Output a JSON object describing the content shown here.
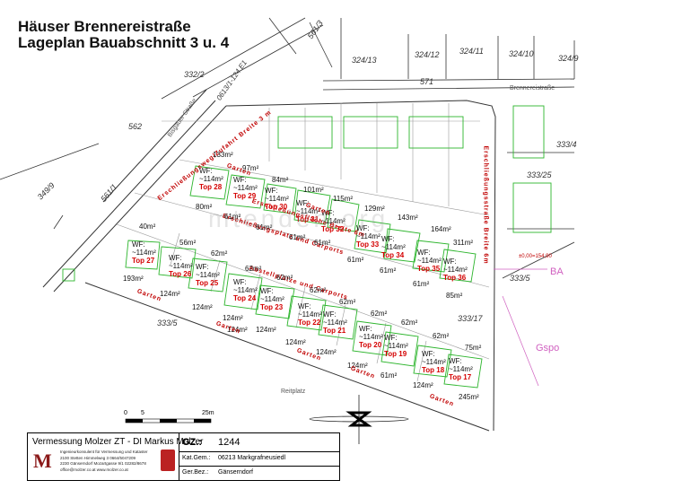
{
  "header": {
    "title_line1": "Häuser Brennereistraße",
    "title_line2": "Lageplan Bauabschnitt 3 u. 4"
  },
  "colors": {
    "lot_lines": "#2db52d",
    "labels_red": "#d40000",
    "parcel_lines": "#333333",
    "annotation_pink": "#d060c0"
  },
  "parcels": [
    "332/2",
    "561/3",
    "324/13",
    "324/12",
    "324/11",
    "324/10",
    "324/9",
    "571",
    "562",
    "0613/1-124 E1",
    "349/9",
    "561/1",
    "333/4",
    "333/25",
    "333/5",
    "333/17",
    "333/5"
  ],
  "streets": {
    "brennereistrasse": "Brennereistraße",
    "bisgauer": "Bisgauer Straße",
    "reitplatz": "Reitplatz",
    "zufahrt1": "Erschließungsweg/Zufahrt Breite 3 m",
    "zufahrt2": "Erschließungsplatz und Carports",
    "zufahrt3": "Erschließungsfläche Breite 6m",
    "zufahrt4": "Abstellplätze und Carports",
    "zufahrt5": "Erschließungsstraße Breite 6m"
  },
  "units": [
    {
      "top": "Top 28",
      "wf": "WF:",
      "wf_val": "~114m²"
    },
    {
      "top": "Top 29",
      "wf": "WF:",
      "wf_val": "~114m²"
    },
    {
      "top": "Top 30",
      "wf": "WF:",
      "wf_val": "~114m²"
    },
    {
      "top": "Top 31",
      "wf": "WF:",
      "wf_val": "~114m²"
    },
    {
      "top": "Top 32",
      "wf": "WF:",
      "wf_val": "~114m²"
    },
    {
      "top": "Top 33",
      "wf": "WF:",
      "wf_val": "~114m²"
    },
    {
      "top": "Top 34",
      "wf": "WF:",
      "wf_val": "~114m²"
    },
    {
      "top": "Top 35",
      "wf": "WF:",
      "wf_val": "~114m²"
    },
    {
      "top": "Top 36",
      "wf": "WF:",
      "wf_val": "~114m²"
    },
    {
      "top": "Top 27",
      "wf": "WF:",
      "wf_val": "~114m²"
    },
    {
      "top": "Top 26",
      "wf": "WF:",
      "wf_val": "~114m²"
    },
    {
      "top": "Top 25",
      "wf": "WF:",
      "wf_val": "~114m²"
    },
    {
      "top": "Top 24",
      "wf": "WF:",
      "wf_val": "~114m²"
    },
    {
      "top": "Top 23",
      "wf": "WF:",
      "wf_val": "~114m²"
    },
    {
      "top": "Top 22",
      "wf": "WF:",
      "wf_val": "~114m²"
    },
    {
      "top": "Top 21",
      "wf": "WF:",
      "wf_val": "~114m²"
    },
    {
      "top": "Top 20",
      "wf": "WF:",
      "wf_val": "~114m²"
    },
    {
      "top": "Top 19",
      "wf": "WF:",
      "wf_val": "~114m²"
    },
    {
      "top": "Top 18",
      "wf": "WF:",
      "wf_val": "~114m²"
    },
    {
      "top": "Top 17",
      "wf": "WF:",
      "wf_val": "~114m²"
    }
  ],
  "areas": [
    "133m²",
    "97m²",
    "84m²",
    "101m²",
    "115m²",
    "129m²",
    "143m²",
    "164m²",
    "311m²",
    "80m²",
    "61m²",
    "61m²",
    "61m²",
    "61m²",
    "61m²",
    "61m²",
    "61m²",
    "61m²",
    "40m²",
    "56m²",
    "62m²",
    "193m²",
    "124m²",
    "62m²",
    "62m²",
    "62m²",
    "124m²",
    "124m²",
    "62m²",
    "62m²",
    "124m²",
    "124m²",
    "62m²",
    "85m²",
    "124m²",
    "124m²",
    "62m²",
    "75m²",
    "124m²",
    "245m²",
    "124m²"
  ],
  "garten": "Garten",
  "annotations": {
    "ba": "BA",
    "gspo": "Gspo",
    "height": "±0,00=154,90",
    "watermark": "mtenden.org"
  },
  "scale": {
    "l0": "0",
    "l5": "5",
    "l25": "25m"
  },
  "title_block": {
    "company": "Vermessung Molzer ZT - DI Markus Molzer",
    "sub1": "Ingenieurkonsulent für Vermessung und Kataster",
    "addr1": "2100 Stetten     Himmelweg 3     0664/5047209",
    "addr2": "2230 Gänserndorf  Mozartgasse 9/1  02282/8678",
    "addr3": "office@molzer.co.at          www.molzer.co.at",
    "gz_label": "GZ.:",
    "gz_value": "1244",
    "katgem_label": "Kat.Gem.:",
    "katgem_value": "06213 Markgrafneusiedl",
    "gerbez_label": "Ger.Bez.:",
    "gerbez_value": "Gänserndorf"
  }
}
